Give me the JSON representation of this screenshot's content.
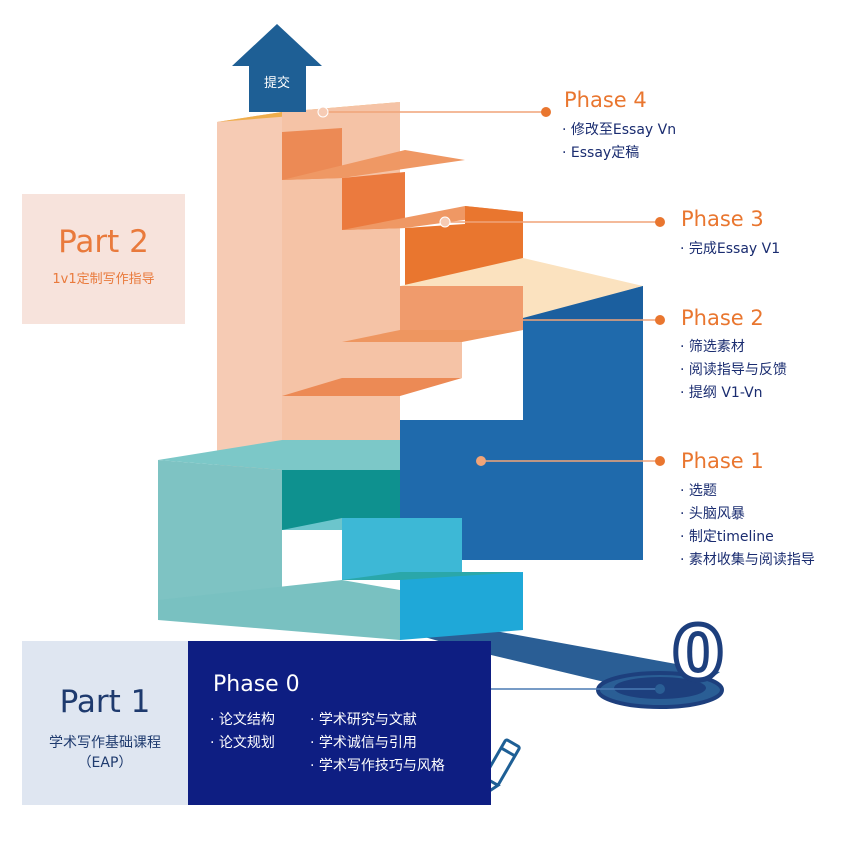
{
  "colors": {
    "orange": "#e9762f",
    "peach": "#f5c9b2",
    "teal": "#7cc8c8",
    "blue": "#1f6aac",
    "navy": "#0e1e82",
    "ink": "#1a2c70"
  },
  "submit_arrow": {
    "label": "提交",
    "icon": "up-arrow-icon"
  },
  "part2": {
    "title": "Part 2",
    "subtitle": "1v1定制写作指导"
  },
  "part1": {
    "title": "Part 1",
    "subtitle": "学术写作基础课程",
    "subtitle2": "（EAP）"
  },
  "phase0": {
    "title": "Phase 0",
    "col1": [
      "· 论文结构",
      "· 论文规划"
    ],
    "col2": [
      "· 学术研究与文献",
      "· 学术诚信与引用",
      "· 学术写作技巧与风格"
    ],
    "marker": "0"
  },
  "phases": [
    {
      "title": "Phase 4",
      "items": [
        "· 修改至Essay Vn",
        "· Essay定稿"
      ]
    },
    {
      "title": "Phase 3",
      "items": [
        "· 完成Essay V1"
      ]
    },
    {
      "title": "Phase 2",
      "items": [
        "· 筛选素材",
        "· 阅读指导与反馈",
        "· 提纲 V1-Vn"
      ]
    },
    {
      "title": "Phase 1",
      "items": [
        "· 选题",
        "· 头脑风暴",
        "· 制定timeline",
        "· 素材收集与阅读指导"
      ]
    }
  ],
  "pencil_icon": "pencil-icon"
}
